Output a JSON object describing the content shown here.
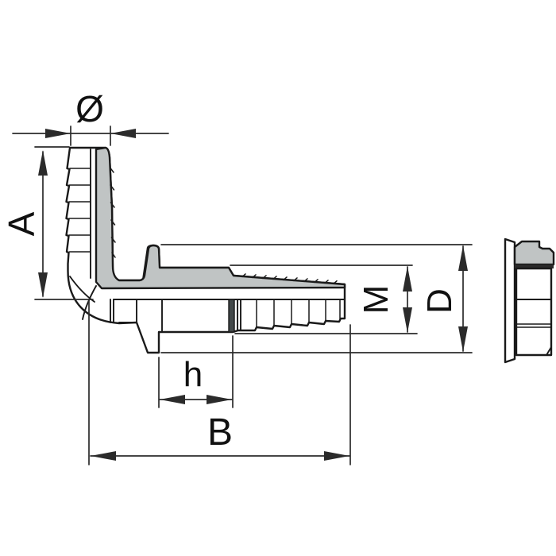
{
  "drawing": {
    "labels": {
      "diameter": "Ø",
      "height": "A",
      "thread": "M",
      "outer_diameter": "D",
      "hex_width": "h",
      "length": "B"
    },
    "colors": {
      "background": "#ffffff",
      "outline": "#1a1a1a",
      "dimension": "#2b2b2b",
      "section_fill": "#c0c4c4",
      "body_fill": "#ffffff"
    }
  }
}
